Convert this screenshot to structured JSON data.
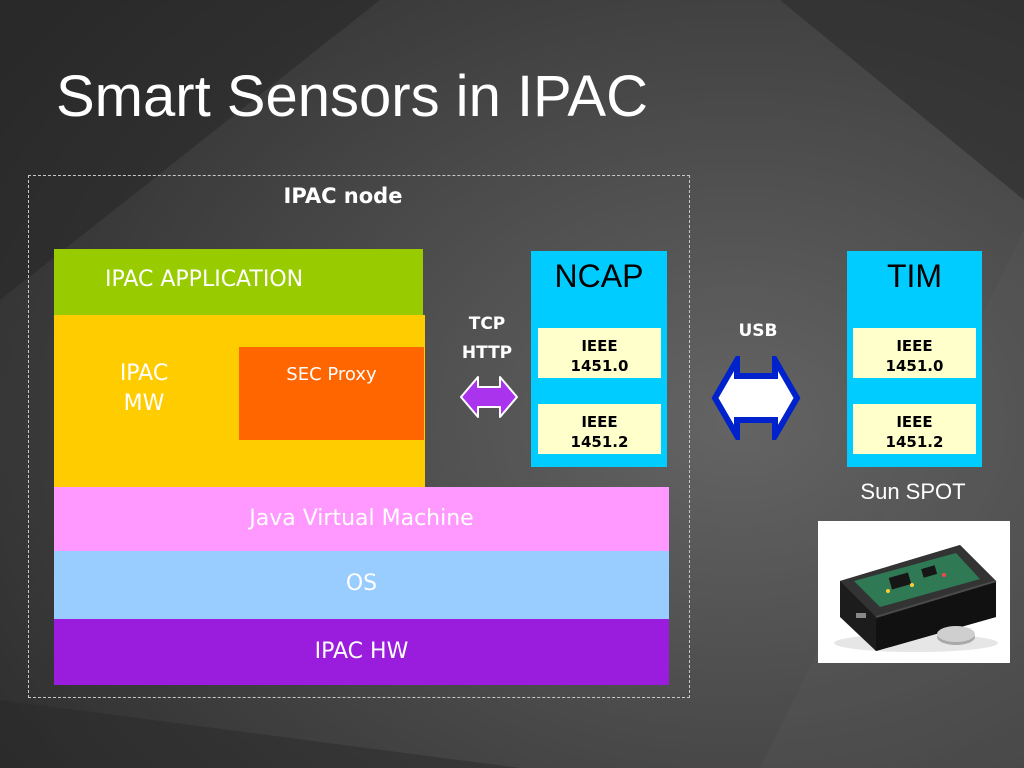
{
  "slide": {
    "title": "Smart Sensors in IPAC"
  },
  "node": {
    "label": "IPAC node"
  },
  "stack": {
    "application": "IPAC APPLICATION",
    "middleware": "IPAC\nMW",
    "sec_proxy": "SEC Proxy",
    "jvm": "Java Virtual Machine",
    "os": "OS",
    "hardware": "IPAC HW"
  },
  "protocols": {
    "tcp": "TCP",
    "http": "HTTP",
    "usb": "USB"
  },
  "ncap": {
    "title": "NCAP",
    "standards": [
      {
        "line1": "IEEE",
        "line2": "1451.0"
      },
      {
        "line1": "IEEE",
        "line2": "1451.2"
      }
    ]
  },
  "tim": {
    "title": "TIM",
    "standards": [
      {
        "line1": "IEEE",
        "line2": "1451.0"
      },
      {
        "line1": "IEEE",
        "line2": "1451.2"
      }
    ]
  },
  "device": {
    "caption": "Sun SPOT"
  },
  "colors": {
    "application": "#99cc00",
    "middleware": "#ffcc00",
    "sec_proxy": "#ff6600",
    "jvm": "#ff99ff",
    "os": "#99ccff",
    "hardware": "#9a1cdd",
    "panel": "#00ccff",
    "standard_box": "#ffffcc",
    "tcp_arrow": "#aa33ee",
    "usb_arrow": "#0022cc"
  }
}
